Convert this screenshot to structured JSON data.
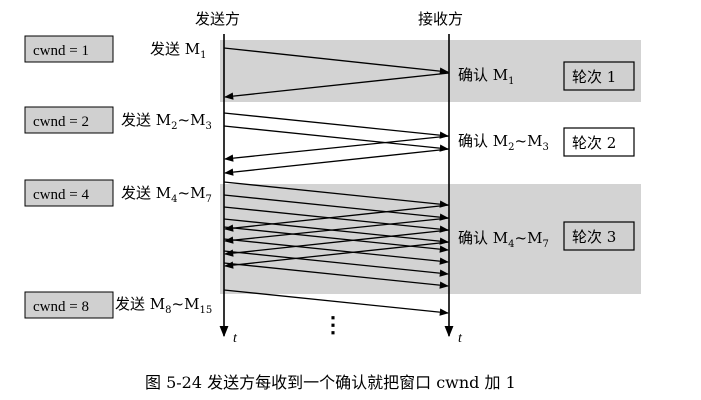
{
  "header": {
    "sender_label": "发送方",
    "receiver_label": "接收方"
  },
  "rounds": [
    {
      "cwnd": "cwnd = 1",
      "send_prefix": "发送 M",
      "send_sub1": "1",
      "send_tilde": "",
      "send_sub2": "",
      "ack_prefix": "确认 M",
      "ack_sub1": "1",
      "ack_tilde": "",
      "ack_sub2": "",
      "round_label": "轮次 1"
    },
    {
      "cwnd": "cwnd = 2",
      "send_prefix": "发送 M",
      "send_sub1": "2",
      "send_tilde": "~M",
      "send_sub2": "3",
      "ack_prefix": "确认 M",
      "ack_sub1": "2",
      "ack_tilde": "~M",
      "ack_sub2": "3",
      "round_label": "轮次 2"
    },
    {
      "cwnd": "cwnd = 4",
      "send_prefix": "发送 M",
      "send_sub1": "4",
      "send_tilde": "~M",
      "send_sub2": "7",
      "ack_prefix": "确认 M",
      "ack_sub1": "4",
      "ack_tilde": "~M",
      "ack_sub2": "7",
      "round_label": "轮次 3"
    },
    {
      "cwnd": "cwnd = 8",
      "send_prefix": "发送 M",
      "send_sub1": "8",
      "send_tilde": "~M",
      "send_sub2": "15"
    }
  ],
  "axis": {
    "time_label": "t",
    "ellipsis": "⋮"
  },
  "caption": "图 5-24    发送方每收到一个确认就把窗口 cwnd 加 1"
}
